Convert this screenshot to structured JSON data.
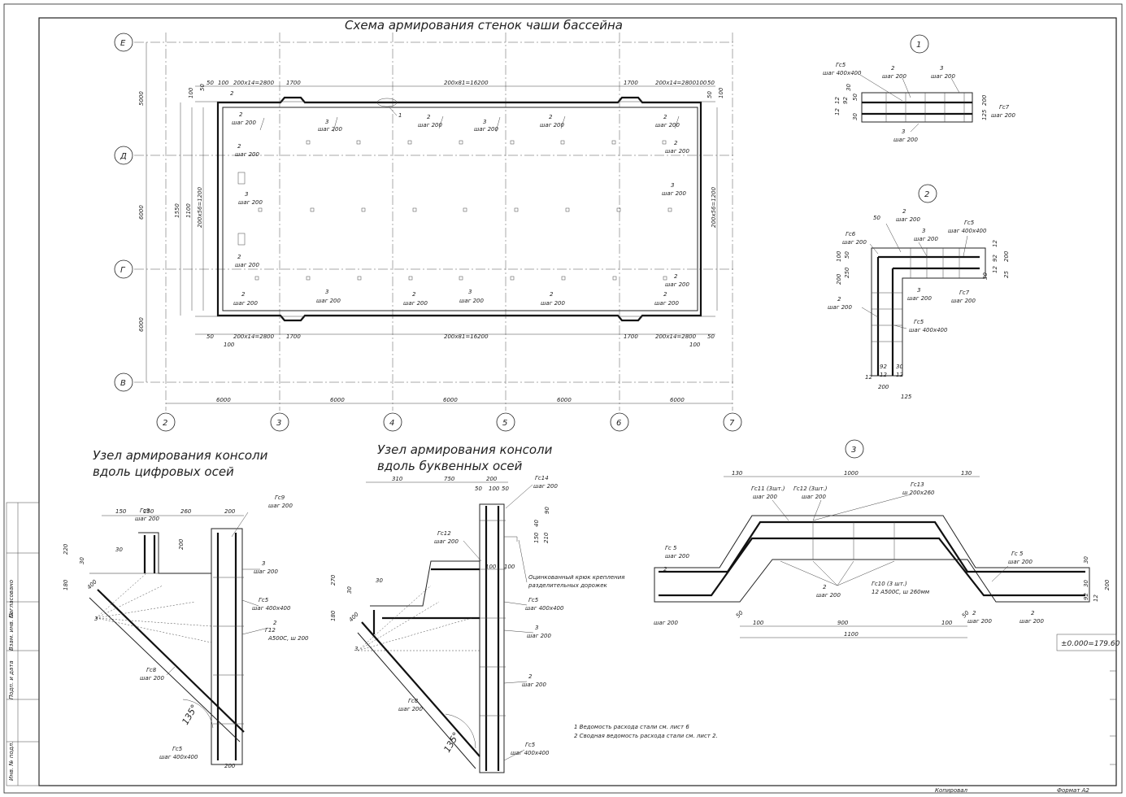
{
  "titles": {
    "plan": "Схема армирования стенок чаши бассейна",
    "node_digit_1": "Узел армирования консоли",
    "node_digit_2": "вдоль цифровых осей",
    "node_letter_1": "Узел армирования консоли",
    "node_letter_2": "вдоль буквенных осей"
  },
  "axes_letters": [
    "Е",
    "Д",
    "Г",
    "В"
  ],
  "axes_numbers": [
    "2",
    "3",
    "4",
    "5",
    "6",
    "7"
  ],
  "node_markers": [
    "1",
    "2",
    "3"
  ],
  "plan": {
    "dims_top": [
      "50",
      "100",
      "200x14=2800",
      "1700",
      "200x81=16200",
      "1700",
      "200x14=2800",
      "100",
      "50"
    ],
    "dims_bottom": [
      "50",
      "200x14=2800",
      "1700",
      "200x81=16200",
      "1700",
      "200x14=2800",
      "50",
      "100",
      "100"
    ],
    "dims_left_axes": [
      "5000",
      "6000",
      "6000"
    ],
    "dims_left_inner": [
      "1550",
      "1100",
      "200x56=1200"
    ],
    "dims_right": [
      "200x56=1200"
    ],
    "dims_axis_spacing": [
      "6000",
      "6000",
      "6000",
      "6000",
      "6000"
    ],
    "small_dims": [
      "100",
      "50",
      "50",
      "100"
    ],
    "callout_2": "2",
    "callout_3": "3",
    "callout_1": "1",
    "shag": "шаг 200"
  },
  "node1": {
    "labels": [
      "Гс5",
      "шаг 400х400",
      "2",
      "шаг 200",
      "3",
      "шаг 200",
      "Гс7",
      "шаг 200",
      "3",
      "шаг 200"
    ],
    "dims": [
      "12",
      "92",
      "12",
      "30",
      "200",
      "125",
      "50",
      "30"
    ]
  },
  "node2": {
    "labels": [
      "50",
      "2",
      "шаг 200",
      "Гс5",
      "шаг 400х400",
      "Гс6",
      "шаг 200",
      "3",
      "шаг 200",
      "3",
      "шаг 200",
      "Гс7",
      "шаг 200",
      "2",
      "шаг 200",
      "Гс5",
      "шаг 400х400"
    ],
    "dims": [
      "100",
      "50",
      "250",
      "200",
      "12",
      "92",
      "12",
      "30",
      "200",
      "25",
      "92",
      "12",
      "30",
      "12",
      "12",
      "200",
      "125"
    ]
  },
  "node3": {
    "labels": [
      "Гс11 (3шт.)",
      "шаг 200",
      "Гс12 (3шт.)",
      "шаг 200",
      "Гс13",
      "ш 200х260",
      "Гс 5",
      "шаг 200",
      "Гс 5",
      "шаг 200",
      "2",
      "шаг 200",
      "2",
      "шаг 200",
      "Гс10 (3 шт.)",
      "12 А500С, ш 260мм",
      "2",
      "шаг 200",
      "2",
      "шаг 200"
    ],
    "dims": [
      "130",
      "1000",
      "130",
      "30",
      "50",
      "900",
      "100",
      "100",
      "1100",
      "50",
      "30",
      "92",
      "12",
      "200"
    ]
  },
  "node_digit": {
    "labels": [
      "Гс9",
      "шаг 200",
      "Гс9",
      "шаг 200",
      "3",
      "шаг 200",
      "Гс5",
      "шаг 400х400",
      "2",
      "Г12",
      "А500С, ш 200",
      "Гс8",
      "шаг 200",
      "Гс5",
      "шаг 400х400",
      "3",
      "400"
    ],
    "dims": [
      "150",
      "150",
      "260",
      "200",
      "220",
      "30",
      "30",
      "180",
      "200",
      "200"
    ],
    "angle": "135°"
  },
  "node_letter": {
    "labels": [
      "Гс14",
      "шаг 200",
      "Гс12",
      "шаг 200",
      "Оцинкованный крюк крепления",
      "разделительных дорожек",
      "Гс5",
      "шаг 400х400",
      "3",
      "шаг 200",
      "2",
      "шаг 200",
      "Гс8",
      "шаг 200",
      "Гс5",
      "шаг 400х400",
      "3",
      "400"
    ],
    "dims": [
      "310",
      "750",
      "200",
      "50",
      "100",
      "50",
      "40",
      "90",
      "150",
      "270",
      "30",
      "30",
      "180",
      "100",
      "100",
      "210"
    ],
    "angle": "135°"
  },
  "notes": [
    "1    Ведомость расхода стали см. лист 6",
    "2    Сводная ведомость расхода стали см. лист 2."
  ],
  "elevation": "±0.000=179.60",
  "stamp": {
    "left_labels": [
      "Согласовано",
      "Взам. инв. №",
      "Подп. и дата",
      "Инв. № подл."
    ],
    "bottom_left": "Копировал",
    "bottom_right": "Формат А2"
  }
}
